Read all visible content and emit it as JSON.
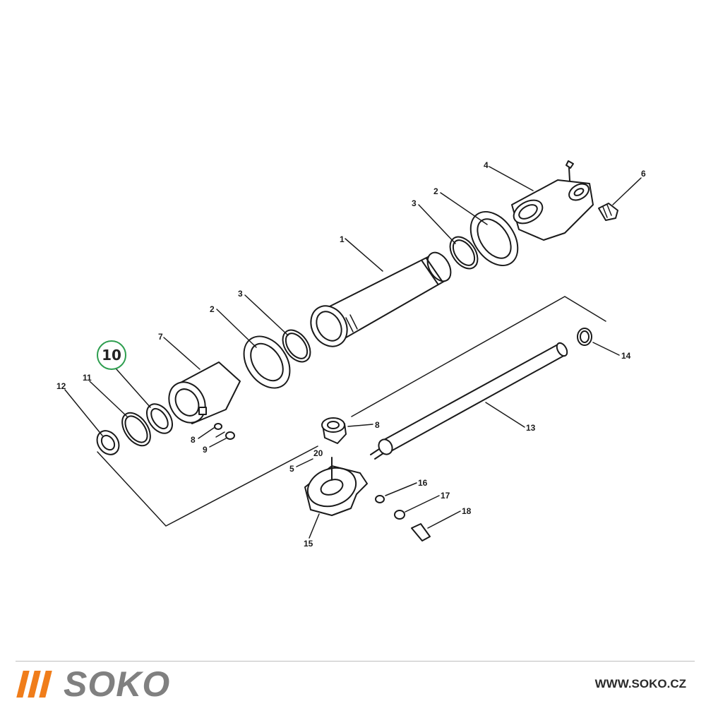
{
  "diagram": {
    "highlight_color": "#2e9e4f",
    "highlighted_part": "10",
    "callouts": {
      "p1": "1",
      "p2a": "2",
      "p2b": "2",
      "p3a": "3",
      "p3b": "3",
      "p4": "4",
      "p5": "5",
      "p6": "6",
      "p7": "7",
      "p8a": "8",
      "p8b": "8",
      "p9": "9",
      "p10": "10",
      "p11": "11",
      "p12": "12",
      "p13": "13",
      "p14": "14",
      "p15": "15",
      "p16": "16",
      "p17": "17",
      "p18": "18",
      "p20": "20"
    }
  },
  "footer": {
    "brand": "SOKO",
    "brand_accent_color": "#f07d1a",
    "brand_text_color": "#808080",
    "website": "WWW.SOKO.CZ"
  }
}
